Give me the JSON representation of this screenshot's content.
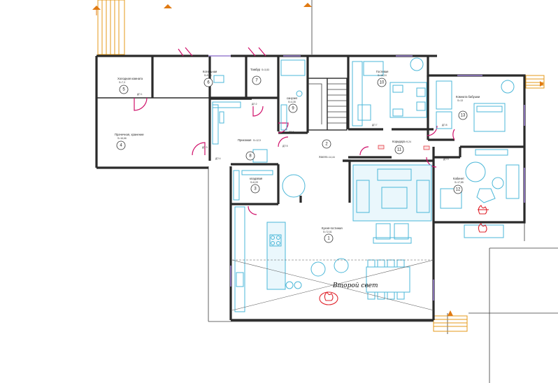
{
  "rooms": [
    {
      "id": "5",
      "name": "Холодная комната",
      "area": "S=7,3"
    },
    {
      "id": "6",
      "name": "Котельная",
      "area": "S=9,81"
    },
    {
      "id": "7",
      "name": "Тамбур",
      "area": "S=3,83"
    },
    {
      "id": "9",
      "name": "санузел",
      "area": "S=4,35"
    },
    {
      "id": "10",
      "name": "Гостевая",
      "area": "S=16,24"
    },
    {
      "id": "13",
      "name": "Комната бабушки",
      "area": "S=13"
    },
    {
      "id": "4",
      "name": "Прачечная, хранение",
      "area": "S=16,66"
    },
    {
      "id": "8",
      "name": "Прихожая",
      "area": "S=12,9"
    },
    {
      "id": "2",
      "name": "Холл",
      "area": "S=14,44"
    },
    {
      "id": "11",
      "name": "Коридор",
      "area": "S=9,24"
    },
    {
      "id": "12",
      "name": "Кабинет",
      "area": "S=17,85"
    },
    {
      "id": "3",
      "name": "кладовая",
      "area": "S=6,09"
    },
    {
      "id": "1",
      "name": "Кухня-гостиная",
      "area": "S=72,51"
    }
  ],
  "doors": [
    "ДП 1",
    "ДП 2",
    "ДП 3",
    "ДП 4",
    "ДП 5",
    "ДП 6",
    "ДП 7",
    "ДП 8",
    "ДП 9"
  ],
  "annotations": {
    "second_light": "Второй свет"
  },
  "icons": [
    "fireplace-icon",
    "fireplace-icon",
    "fireplace-icon",
    "entrance-arrow-icon",
    "entrance-arrow-icon"
  ]
}
